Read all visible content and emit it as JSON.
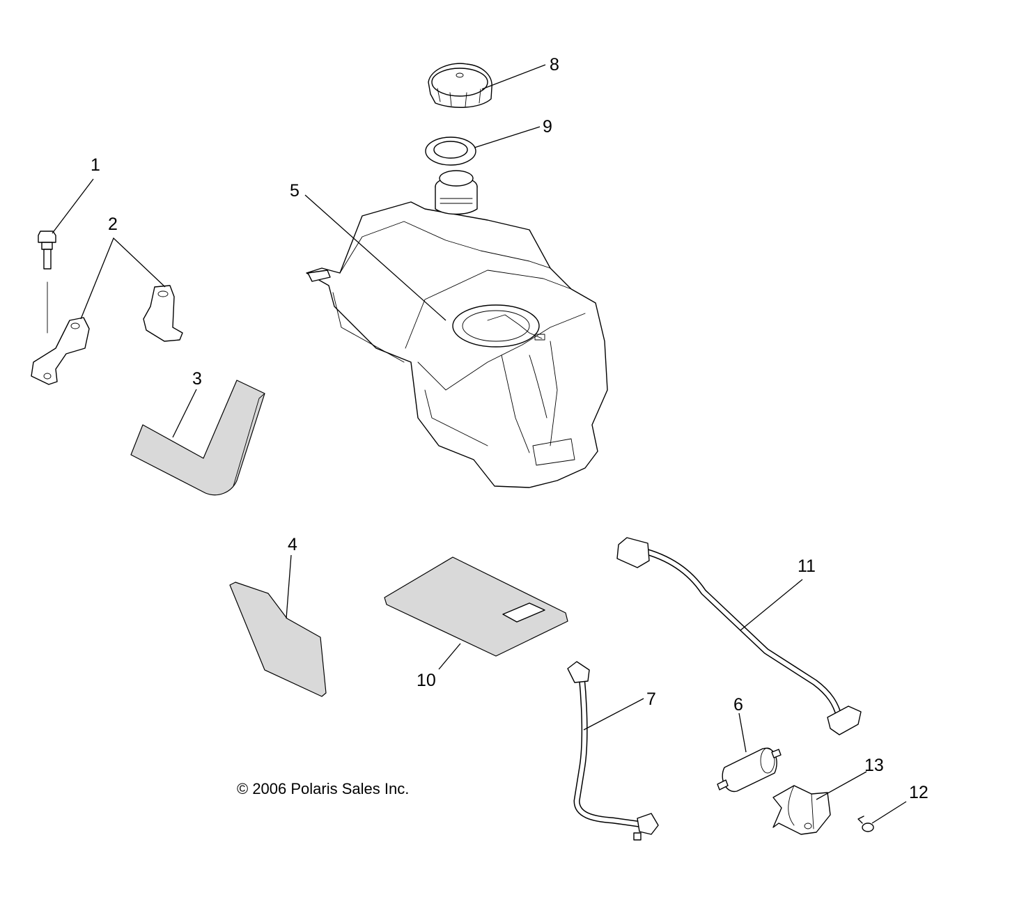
{
  "copyright": "© 2006 Polaris Sales Inc.",
  "callouts": [
    {
      "id": "1",
      "part": "bolt"
    },
    {
      "id": "2",
      "part": "bracket"
    },
    {
      "id": "3",
      "part": "strip"
    },
    {
      "id": "4",
      "part": "pad"
    },
    {
      "id": "5",
      "part": "fuel-tank"
    },
    {
      "id": "6",
      "part": "fuel-filter"
    },
    {
      "id": "7",
      "part": "fuel-line"
    },
    {
      "id": "8",
      "part": "fuel-cap"
    },
    {
      "id": "9",
      "part": "gasket"
    },
    {
      "id": "10",
      "part": "plate"
    },
    {
      "id": "11",
      "part": "fuel-line"
    },
    {
      "id": "12",
      "part": "screw"
    },
    {
      "id": "13",
      "part": "filter-clip"
    }
  ]
}
